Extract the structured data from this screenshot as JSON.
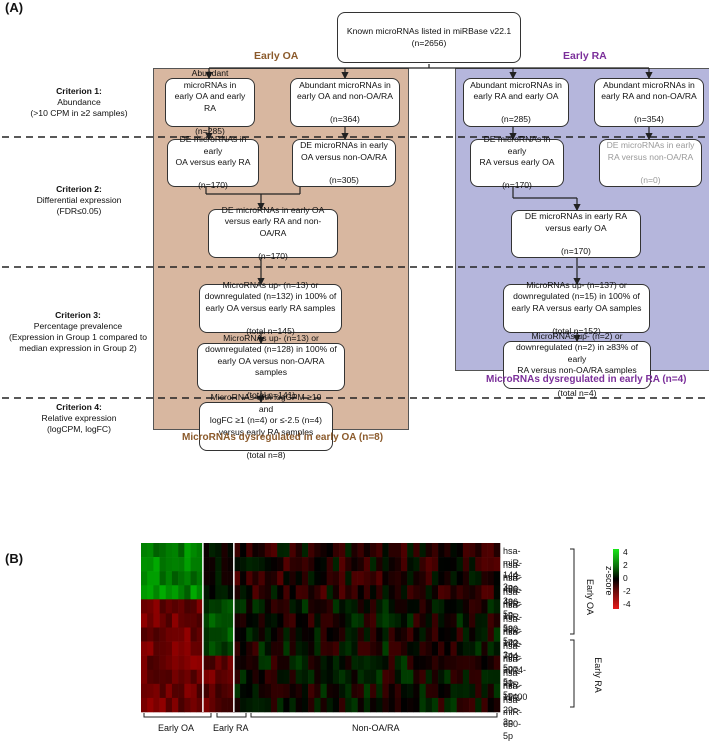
{
  "panel_a": {
    "label": "(A)",
    "top_box": "Known microRNAs listed in miRBase v22.1\n(n=2656)",
    "col_oa_title": "Early OA",
    "col_ra_title": "Early RA",
    "criteria": [
      {
        "title": "Criterion 1:",
        "text": "Abundance\n(>10 CPM in ≥2 samples)"
      },
      {
        "title": "Criterion 2:",
        "text": "Differential expression\n(FDR≤0.05)"
      },
      {
        "title": "Criterion 3:",
        "text": "Percentage prevalence\n(Expression in Group 1 compared to\nmedian expression in Group 2)"
      },
      {
        "title": "Criterion 4:",
        "text": "Relative expression\n(logCPM, logFC)"
      }
    ],
    "oa_boxes": {
      "c1_left": "Abundant microRNAs in\nearly OA and early RA\n\n(n=285)",
      "c1_right": "Abundant microRNAs in\nearly OA and non-OA/RA\n\n(n=364)",
      "c2_left": "DE microRNAs in early\nOA versus early RA\n\n(n=170)",
      "c2_right": "DE microRNAs in early\nOA versus non-OA/RA\n\n(n=305)",
      "c2_merge": "DE microRNAs in early OA\nversus early RA and non-OA/RA\n\n(n=170)",
      "c3_a": "MicroRNAs up- (n=13) or\ndownregulated (n=132) in 100% of\nearly OA versus early RA samples\n\n(total n=145)",
      "c3_b": "MicroRNAs up- (n=13) or\ndownregulated (n=128) in 100% of\nearly OA versus non-OA/RA samples\n\n(total n=141)",
      "c4": "MicroRNAs with logCPM ≥10 and\nlogFC ≥1 (n=4) or ≤-2.5 (n=4)\nversus early RA samples\n\n(total n=8)"
    },
    "ra_boxes": {
      "c1_left": "Abundant microRNAs in\nearly RA and early OA\n\n(n=285)",
      "c1_right": "Abundant microRNAs in\nearly RA and non-OA/RA\n\n(n=354)",
      "c2_left": "DE microRNAs in early\nRA versus early OA\n\n(n=170)",
      "c2_right": "DE microRNAs in early\nRA versus non-OA/RA\n\n(n=0)",
      "c2_merge": "DE microRNAs in early RA\nversus early OA\n\n(n=170)",
      "c3_a": "MicroRNAs up- (n=137) or\ndownregulated (n=15) in 100% of\nearly RA versus early OA samples\n\n(total n=152)",
      "c3_b": "MicroRNAs up- (n=2) or\ndownregulated (n=2) in ≥83% of early\nRA versus non-OA/RA samples\n\n(total n=4)"
    },
    "footer_oa": "MicroRNAs dysregulated in early OA  (n=8)",
    "footer_ra": "MicroRNAs dysregulated in early RA (n=4)",
    "colors": {
      "oa_fill": "#d8b7a0",
      "ra_fill": "#b5b6dc",
      "oa_text": "#8b5a2b",
      "ra_text": "#7b2f9a"
    }
  },
  "panel_b": {
    "label": "(B)",
    "genes": [
      "hsa-miR-144-3p",
      "hsa-miR-486-3p",
      "hsa-miR-486-5p",
      "hsa-miR-16-5p",
      "hsa-miR-382-5p",
      "hsa-miR-142-3p",
      "hsa-miR-744-5p",
      "hsa-miR-3074-5p",
      "hsa-miR-21-5p",
      "hsa-miR-11400",
      "hsa-miR-29c-3p",
      "hsa-miR-660-5p"
    ],
    "row_groups": [
      "Early OA",
      "Early RA"
    ],
    "column_groups": [
      "Early OA",
      "Early RA",
      "Non-OA/RA"
    ],
    "legend": {
      "title": "z-score",
      "ticks": [
        "4",
        "2",
        "0",
        "-2",
        "-4"
      ]
    }
  }
}
